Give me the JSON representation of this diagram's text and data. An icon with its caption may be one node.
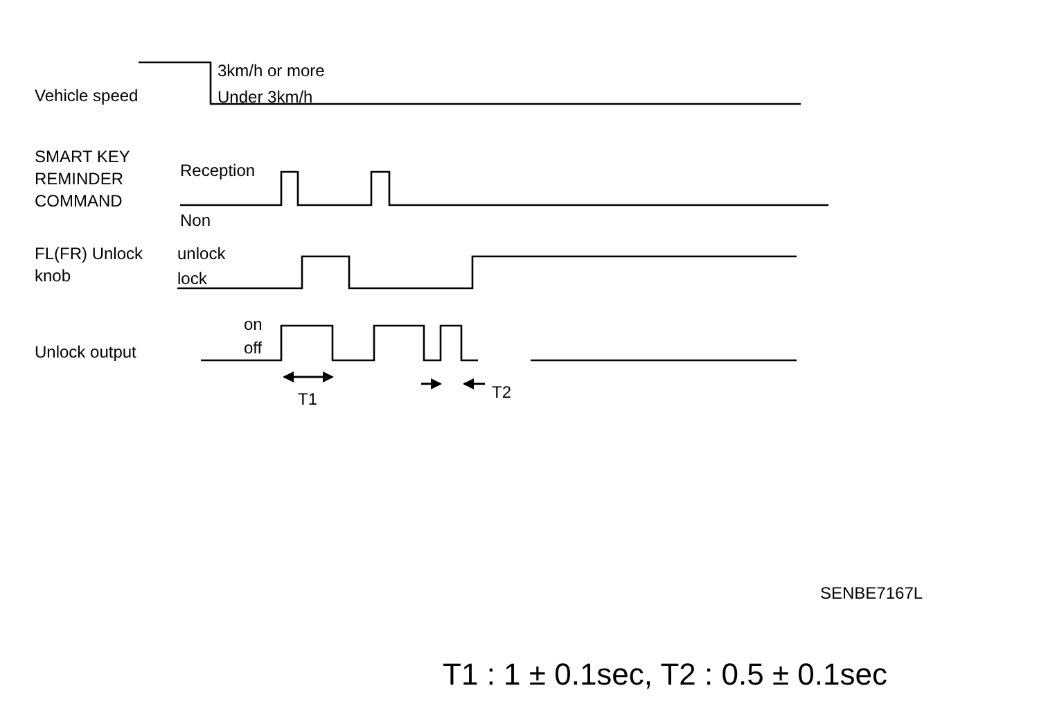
{
  "diagram": {
    "caption": "T1 : 1 ± 0.1sec, T2 : 0.5 ± 0.1sec",
    "labels": [
      "3km/h or more",
      "Vehicle speed",
      "Under 3km/h",
      "SMART KEY REMINDER COMMAND",
      "Reception",
      "Non",
      "FL(FR) Unlock knob",
      "unlock",
      "lock",
      "on",
      "off",
      "Unlock output",
      "T1",
      "T2",
      "SENBE7167L"
    ]
  }
}
